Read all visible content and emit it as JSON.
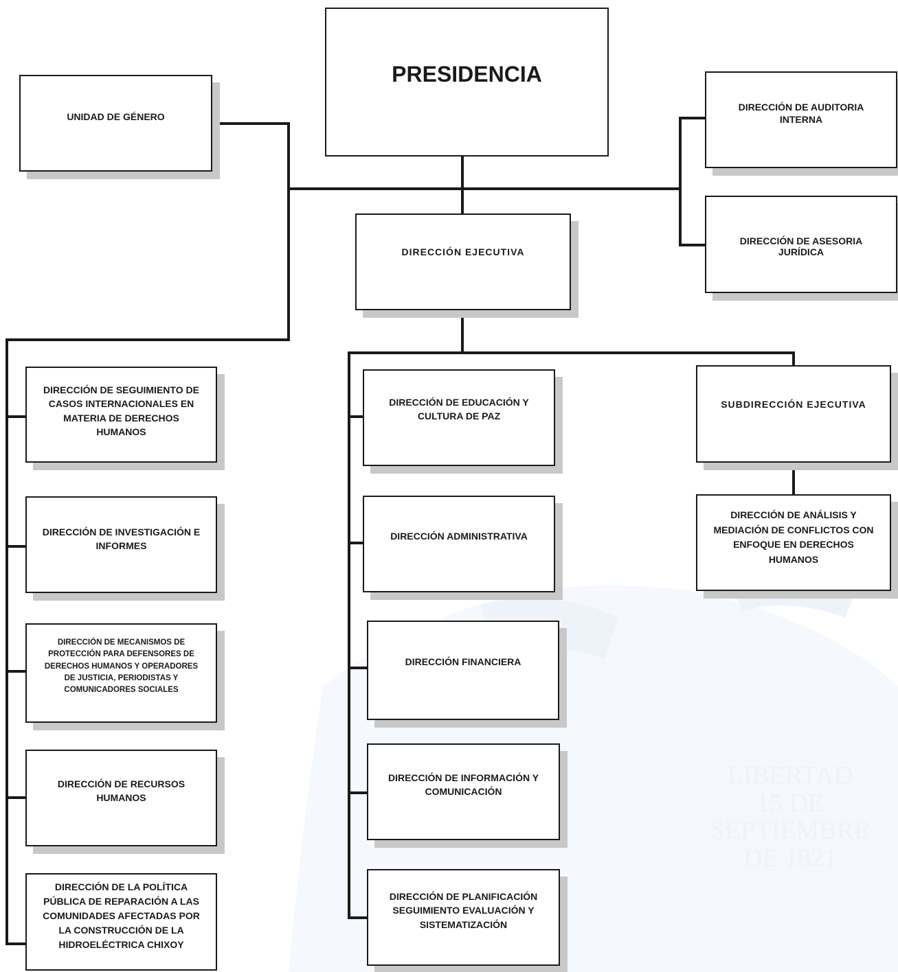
{
  "chart": {
    "presidencia": "PRESIDENCIA",
    "unidad_genero": "UNIDAD DE GÉNERO",
    "auditoria": "DIRECCIÓN DE AUDITORIA\nINTERNA",
    "asesoria": "DIRECCIÓN DE ASESORIA\nJURÍDICA",
    "ejecutiva": "DIRECCIÓN EJECUTIVA",
    "subdireccion": "SUBDIRECCIÓN EJECUTIVA",
    "analisis": "DIRECCIÓN DE ANÁLISIS Y\nMEDIACIÓN DE CONFLICTOS CON\nENFOQUE EN DERECHOS\nHUMANOS",
    "left_column": [
      "DIRECCIÓN DE SEGUIMIENTO DE\nCASOS INTERNACIONALES EN\nMATERIA DE DERECHOS\nHUMANOS",
      "DIRECCIÓN DE INVESTIGACIÓN E\nINFORMES",
      "DIRECCIÓN DE MECANISMOS DE\nPROTECCIÓN PARA DEFENSORES DE\nDERECHOS HUMANOS Y OPERADORES\nDE JUSTICIA, PERIODISTAS Y\nCOMUNICADORES SOCIALES",
      "DIRECCIÓN DE RECURSOS\nHUMANOS",
      "DIRECCIÓN DE LA POLÍTICA\nPÚBLICA DE REPARACIÓN A LAS\nCOMUNIDADES AFECTADAS POR\nLA CONSTRUCCIÓN DE LA\nHIDROELÉCTRICA CHIXOY"
    ],
    "center_column": [
      "DIRECCIÓN DE EDUCACIÓN Y\nCULTURA DE PAZ",
      "DIRECCIÓN ADMINISTRATIVA",
      "DIRECCIÓN FINANCIERA",
      "DIRECCIÓN DE INFORMACIÓN Y\nCOMUNICACIÓN",
      "DIRECCIÓN DE PLANIFICACIÓN\nSEGUIMIENTO EVALUACIÓN Y\nSISTEMATIZACIÓN"
    ]
  },
  "watermark": {
    "text": "LIBERTAD\n15 DE\nSEPTIEMBRE\nDE 1821"
  },
  "colors": {
    "line": "#1a1a1a",
    "shadow": "#c8c8c8",
    "watermark": "#eef3f9"
  }
}
